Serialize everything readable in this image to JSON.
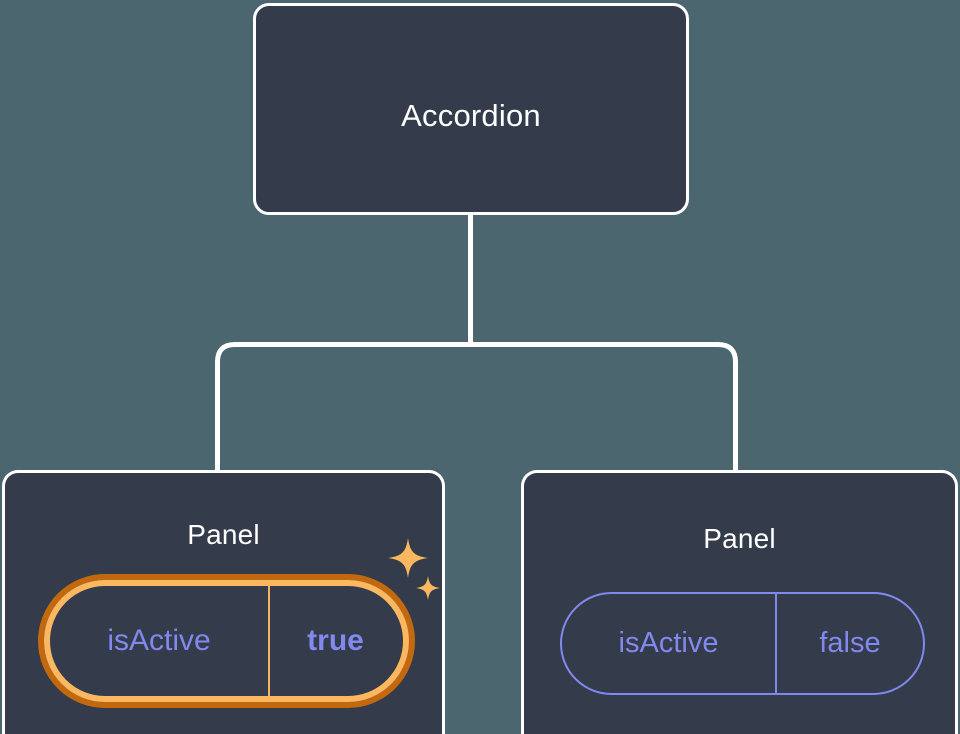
{
  "diagram": {
    "type": "component-tree",
    "title": "Accordion component tree",
    "background_color": "#4c6670",
    "node_fill_color": "#343b4a",
    "node_border_color": "#ffffff",
    "prop_color": "#8289ee",
    "highlight_outer_color": "#c2690f",
    "highlight_inner_color": "#fbb860",
    "sparkle_color": "#fbb860"
  },
  "root": {
    "label": "Accordion"
  },
  "children": [
    {
      "label": "Panel",
      "highlighted": true,
      "prop": {
        "key": "isActive",
        "value": "true"
      },
      "sparkle_icon": "sparkles-icon"
    },
    {
      "label": "Panel",
      "highlighted": false,
      "prop": {
        "key": "isActive",
        "value": "false"
      }
    }
  ],
  "connector": {
    "stem_from_root": true,
    "branch_count": 2
  }
}
